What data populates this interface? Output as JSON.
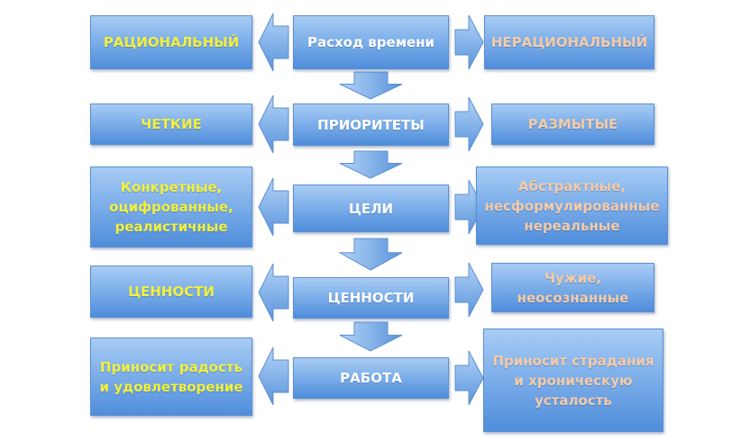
{
  "colors": {
    "left_text": "#f2f03c",
    "center_text": "#ffffff",
    "right_text": "#f4cba8",
    "box": "#7fb0ea"
  },
  "rows": [
    {
      "left": "РАЦИОНАЛЬНЫЙ",
      "center": "Расход времени",
      "right": "НЕРАЦИОНАЛЬНЫЙ"
    },
    {
      "left": "ЧЕТКИЕ",
      "center": "ПРИОРИТЕТЫ",
      "right": "РАЗМЫТЫЕ"
    },
    {
      "left": "Конкретные,\nоцифрованные,\nреалистичные",
      "center": "ЦЕЛИ",
      "right": "Абстрактные,\nнесформулированные\nнереальные"
    },
    {
      "left": "ЦЕННОСТИ",
      "center": "ЦЕННОСТИ",
      "right": "Чужие,\nнеосознанные"
    },
    {
      "left": "Приносит радость\nи удовлетворение",
      "center": "РАБОТА",
      "right": "Приносит страдания\nи хроническую\nусталость"
    }
  ]
}
